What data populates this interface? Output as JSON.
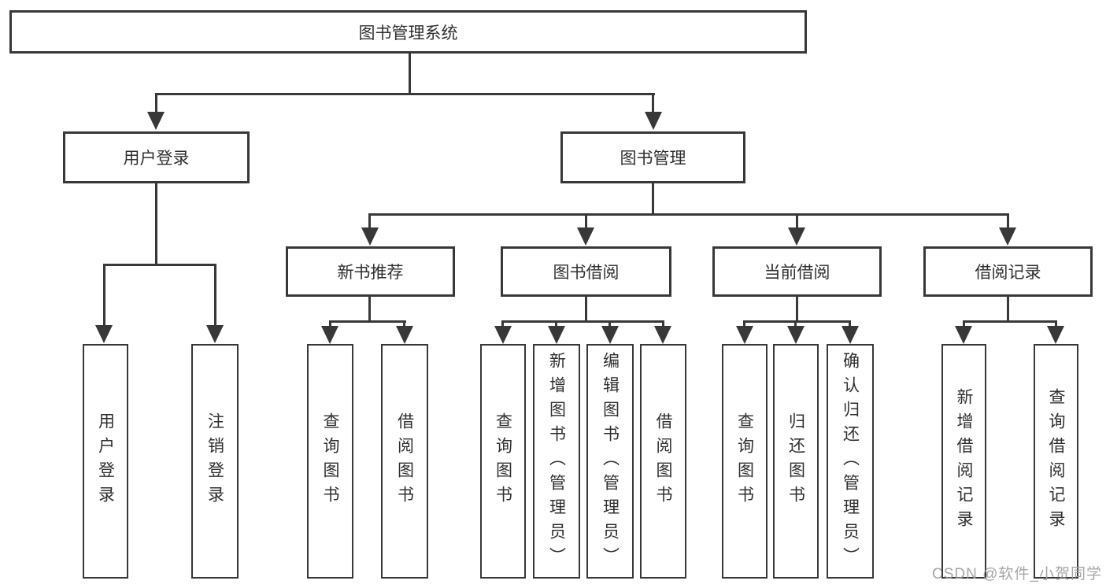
{
  "diagram": {
    "title": "图书管理系统",
    "root": {
      "label": "图书管理系统"
    },
    "level2": [
      {
        "label": "用户登录"
      },
      {
        "label": "图书管理"
      }
    ],
    "level3": [
      {
        "label": "新书推荐"
      },
      {
        "label": "图书借阅"
      },
      {
        "label": "当前借阅"
      },
      {
        "label": "借阅记录"
      }
    ],
    "leaves": {
      "user_login": [
        {
          "label": "用户登录"
        },
        {
          "label": "注销登录"
        }
      ],
      "new_book_recommend": [
        {
          "label": "查询图书"
        },
        {
          "label": "借阅图书"
        }
      ],
      "book_borrow": [
        {
          "label": "查询图书"
        },
        {
          "label": "新增图书（管理员）"
        },
        {
          "label": "编辑图书（管理员）"
        },
        {
          "label": "借阅图书"
        }
      ],
      "current_borrow": [
        {
          "label": "查询图书"
        },
        {
          "label": "归还图书"
        },
        {
          "label": "确认归还（管理员）"
        }
      ],
      "borrow_records": [
        {
          "label": "新增借阅记录"
        },
        {
          "label": "查询借阅记录"
        }
      ]
    }
  },
  "watermark": {
    "text": "CSDN @软件_小贺同学",
    "color": "#9e9e9e"
  },
  "colors": {
    "line": "#383838",
    "text": "#2f2f2f",
    "background": "#ffffff"
  }
}
